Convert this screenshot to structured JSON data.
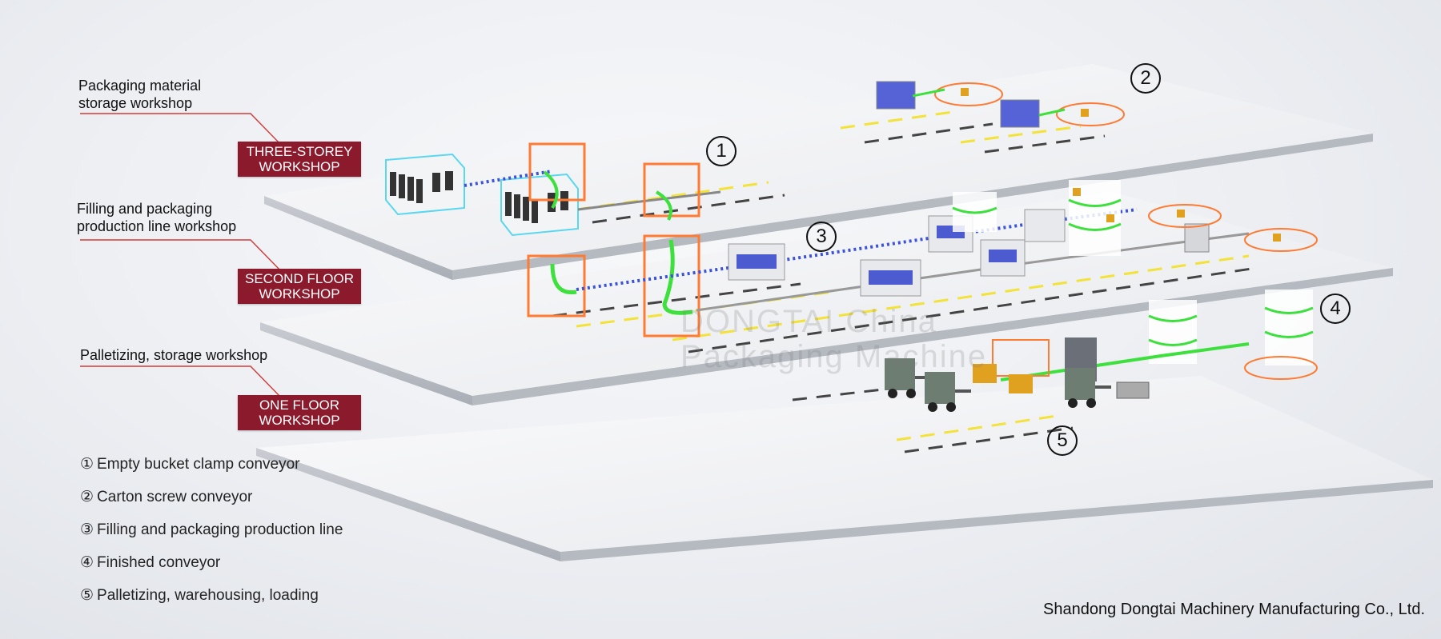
{
  "labels": {
    "top_area": [
      "Packaging material",
      "storage workshop"
    ],
    "mid_area": [
      "Filling and packaging",
      "production line workshop"
    ],
    "bottom_area": [
      "Palletizing, storage workshop"
    ]
  },
  "floor_tags": {
    "three": [
      "THREE-STOREY",
      "WORKSHOP"
    ],
    "second": [
      "SECOND FLOOR",
      "WORKSHOP"
    ],
    "one": [
      "ONE FLOOR",
      "WORKSHOP"
    ]
  },
  "markers": [
    "1",
    "2",
    "3",
    "4",
    "5"
  ],
  "legend": [
    {
      "num": "①",
      "text": "Empty bucket clamp conveyor"
    },
    {
      "num": "②",
      "text": "Carton screw conveyor"
    },
    {
      "num": "③",
      "text": "Filling and packaging production line"
    },
    {
      "num": "④",
      "text": "Finished conveyor"
    },
    {
      "num": "⑤",
      "text": "Palletizing, warehousing, loading"
    }
  ],
  "company": "Shandong Dongtai Machinery Manufacturing Co., Ltd.",
  "watermark": [
    "DONGTAI China",
    "Packaging Machine"
  ],
  "colors": {
    "tag_bg": "#8a1a2c",
    "leader_line": "#d23a3a",
    "frame_orange": "#ff7a33",
    "conveyor_green": "#3ee03e",
    "conveyor_blue": "#3c52d9",
    "cabin_cyan": "#59d6f0",
    "lane_yellow": "#f2e23a"
  }
}
